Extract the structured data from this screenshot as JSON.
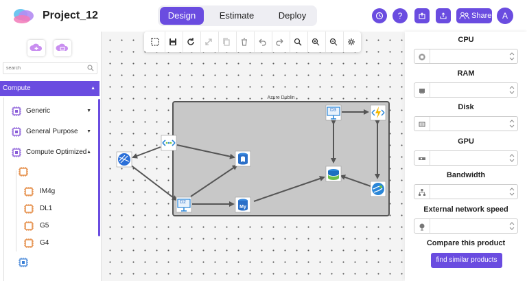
{
  "app": {
    "project_name": "Project_12",
    "brand_color": "#6a4ce0"
  },
  "tabs": [
    {
      "label": "Design",
      "active": true
    },
    {
      "label": "Estimate",
      "active": false
    },
    {
      "label": "Deploy",
      "active": false
    }
  ],
  "header": {
    "share_label": "Share",
    "avatar_initial": "A",
    "icons": [
      "history-icon",
      "help-icon",
      "cloud-deploy-icon",
      "export-icon",
      "users-icon"
    ]
  },
  "sidebar": {
    "search_placeholder": "search",
    "category": "Compute",
    "items": [
      {
        "label": "Generic",
        "expanded": false
      },
      {
        "label": "General Purpose",
        "expanded": false
      },
      {
        "label": "Compute Optimized",
        "expanded": true
      }
    ],
    "sub_items": [
      {
        "label": "IM4g"
      },
      {
        "label": "DL1"
      },
      {
        "label": "G5"
      },
      {
        "label": "G4"
      }
    ]
  },
  "canvas": {
    "region_label": "Azure Dublin",
    "node_labels": [
      "D3",
      "D2"
    ]
  },
  "toolbar": {
    "icons": [
      "select-icon",
      "save-icon",
      "refresh-icon",
      "expand-icon",
      "copy-icon",
      "delete-icon",
      "undo-icon",
      "redo-icon",
      "zoom-fit-icon",
      "zoom-in-icon",
      "zoom-out-icon",
      "settings-icon"
    ]
  },
  "panel": {
    "specs": [
      {
        "label": "CPU",
        "icon": "cpu-icon"
      },
      {
        "label": "RAM",
        "icon": "ram-icon"
      },
      {
        "label": "Disk",
        "icon": "disk-icon"
      },
      {
        "label": "GPU",
        "icon": "gpu-icon"
      },
      {
        "label": "Bandwidth",
        "icon": "network-icon"
      },
      {
        "label": "External network speed",
        "icon": "globe-icon"
      }
    ],
    "compare_title": "Compare this product",
    "compare_button": "find similar products"
  }
}
